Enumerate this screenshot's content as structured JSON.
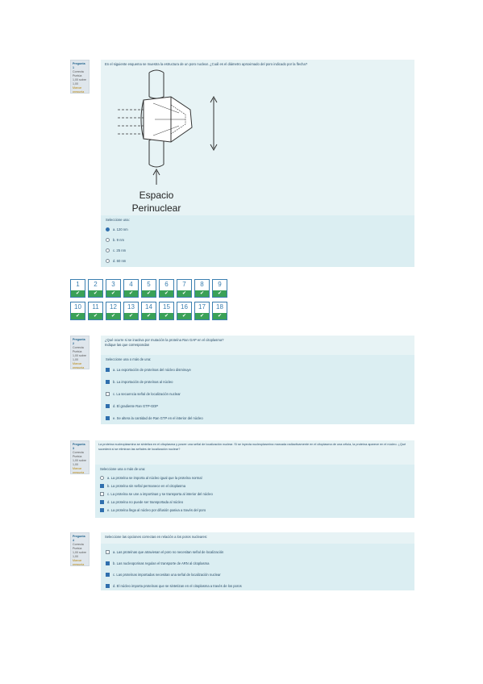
{
  "q1": {
    "info": {
      "number": "Pregunta 1",
      "status": "Correcta",
      "score": "Puntúa 1,00 sobre 1,00",
      "flag": "Marcar pregunta"
    },
    "text": "En el siguiente esquema se muestra la estructura de un poro nuclear. ¿Cuál es el diámetro aproximado del poro indicado por la flecha?",
    "figure_label_1": "Espacio",
    "figure_label_2": "Perinuclear",
    "answer_label": "Seleccione una:",
    "options": [
      "a. 120 nm",
      "b. 9 nm",
      "c. 25 nm",
      "d. 60 nm"
    ]
  },
  "nav": {
    "buttons": [
      "1",
      "2",
      "3",
      "4",
      "5",
      "6",
      "7",
      "8",
      "9",
      "10",
      "11",
      "12",
      "13",
      "14",
      "15",
      "16",
      "17",
      "18"
    ],
    "check_icon": "check-icon"
  },
  "q2": {
    "info": {
      "number": "Pregunta 2",
      "status": "Correcta",
      "score": "Puntúa 1,00 sobre 1,00",
      "flag": "Marcar pregunta"
    },
    "text": "¿Qué ocurre si se inactiva por mutación la proteína Ran GAP en el citoplasma?",
    "text2": "Indique las que correspondan",
    "answer_label": "Seleccione una o más de una:",
    "options": [
      "a. La exportación de proteínas del núcleo disminuye",
      "b. La importación de proteínas al núcleo",
      "c. La secuencia señal de localización nuclear",
      "d. El gradiente Ran GTP-GDP",
      "e. Se altera la cantidad de Ran GTP en el interior del núcleo"
    ]
  },
  "q3": {
    "info": {
      "number": "Pregunta 3",
      "status": "Correcta",
      "score": "Puntúa 1,00 sobre 1,00",
      "flag": "Marcar pregunta"
    },
    "text": "La proteína nucleoplasmina se sintetiza en el citoplasma y posee una señal de localización nuclear. Si se inyecta nucleoplasmina marcada radiactivamente en el citoplasma de una célula, la proteína aparece en el núcleo. ¿Qué sucederá si se eliminan las señales de localización nuclear?",
    "answer_label": "Seleccione una o más de una:",
    "options": [
      "a. La proteína se importa al núcleo igual que la proteína normal",
      "b. La proteína sin señal permanece en el citoplasma",
      "c. La proteína se une a importinas y se transporta al interior del núcleo",
      "d. La proteína no puede ser transportada al núcleo",
      "e. La proteína llega al núcleo por difusión pasiva a través del poro"
    ]
  },
  "q4": {
    "info": {
      "number": "Pregunta 4",
      "status": "Correcta",
      "score": "Puntúa 1,00 sobre 1,00",
      "flag": "Marcar pregunta"
    },
    "text": "Seleccione las opciones correctas en relación a los poros nucleares:",
    "options": [
      "a. Las proteínas que atraviesan el poro no necesitan señal de localización",
      "b. Las nucleoporinas regulan el transporte de ARN al citoplasma",
      "c. Las proteínas importadas necesitan una señal de localización nuclear",
      "d. El núcleo importa proteínas que se sintetizan en el citoplasma a través de los poros"
    ]
  }
}
